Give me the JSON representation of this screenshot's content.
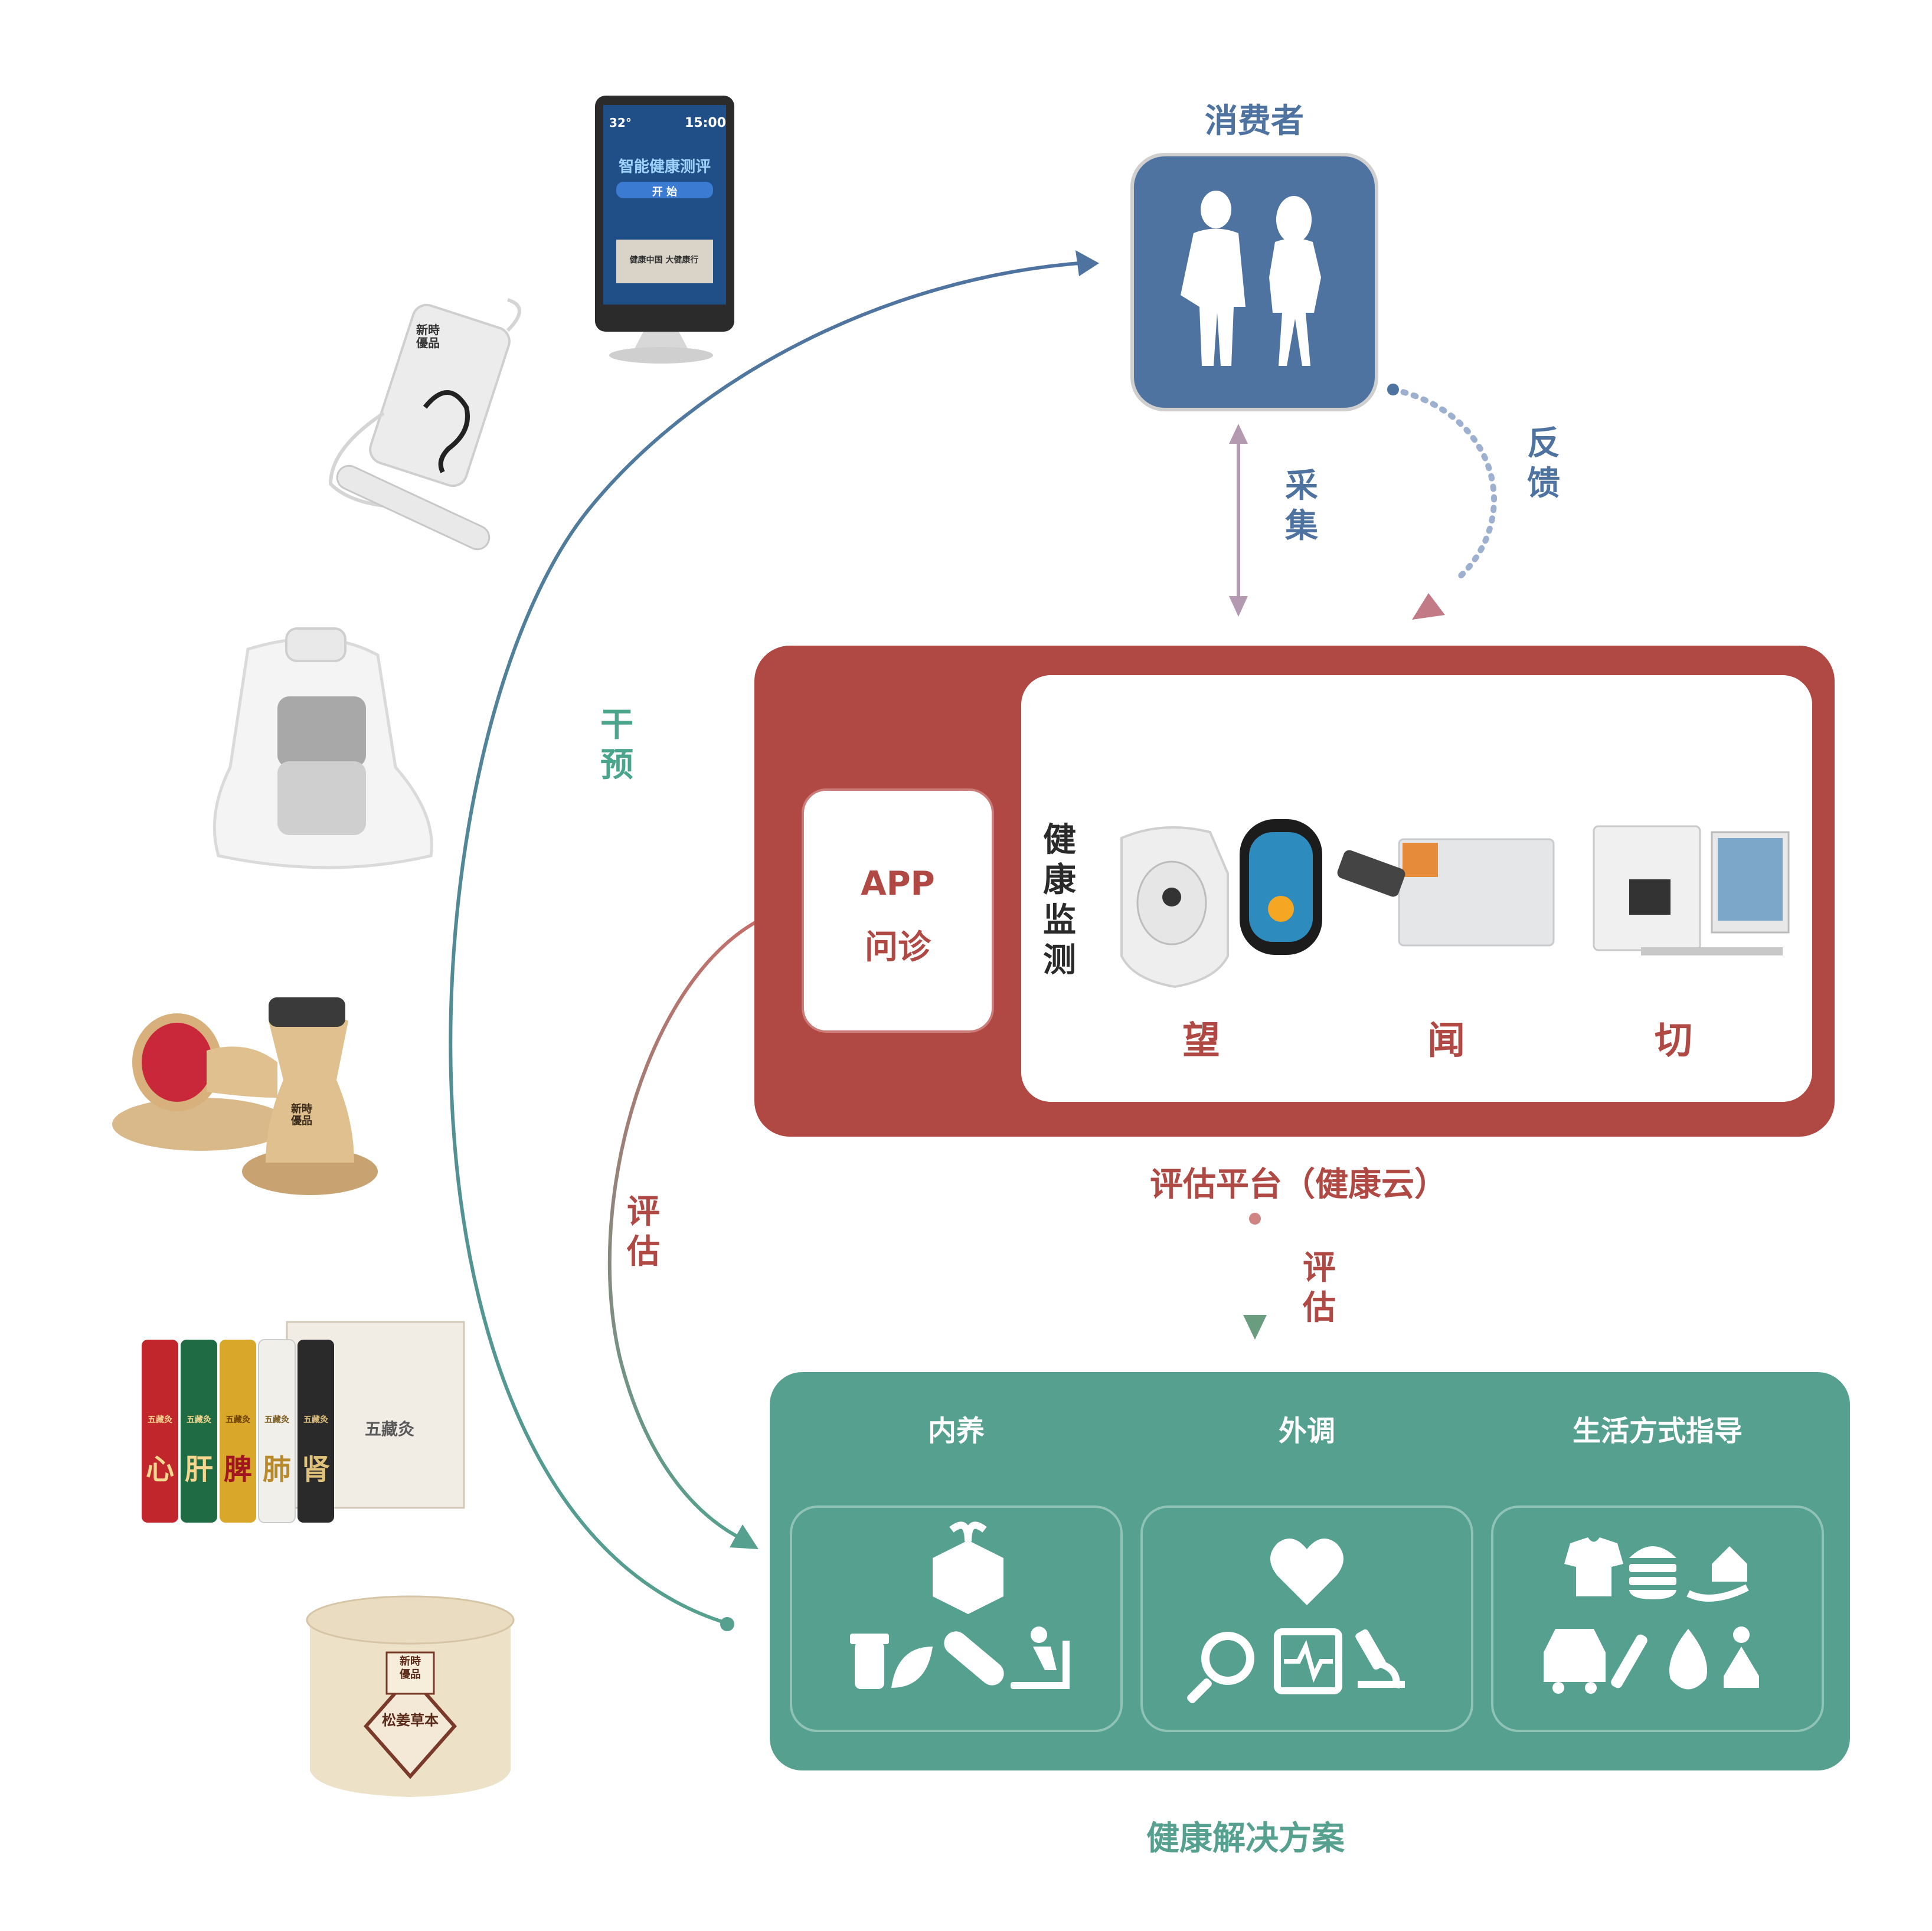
{
  "consumer": {
    "title": "消费者",
    "icon": "people-silhouette-icon"
  },
  "arrows": {
    "collect": "采\n集",
    "feedback": "反\n馈",
    "intervene": "干\n预",
    "assess_left": "评\n估",
    "assess_down": "评\n估"
  },
  "platform": {
    "caption": "评估平台（健康云）",
    "app_line1": "APP",
    "app_line2": "问诊",
    "monitor_label": "健\n康\n监\n测",
    "methods": [
      "望",
      "闻",
      "切"
    ]
  },
  "solutions": {
    "caption": "健康解决方案",
    "columns": [
      {
        "title": "内养",
        "icons": [
          "gift-box-icon",
          "pills-icon",
          "herb-leaf-icon",
          "bandage-icon",
          "treadmill-icon"
        ]
      },
      {
        "title": "外调",
        "icons": [
          "heart-icon",
          "magnifier-icon",
          "ecg-monitor-icon",
          "microscope-icon"
        ]
      },
      {
        "title": "生活方式指导",
        "icons": [
          "shirt-icon",
          "burger-icon",
          "home-hand-icon",
          "car-icon",
          "medical-tools-icon",
          "water-drop-icon",
          "meditation-icon"
        ]
      }
    ]
  },
  "products": {
    "kiosk_screen": {
      "temp": "32°",
      "time": "15:00",
      "headline": "智能健康测评",
      "start": "开 始",
      "slogan": "健康中国 大健康行"
    },
    "ear_device_brand": "新時\n優品",
    "cup_brand": "新時\n優品",
    "tubes": {
      "brand": "五藏灸",
      "labels": [
        "心",
        "肝",
        "脾",
        "肺",
        "肾"
      ],
      "box": "五藏灸"
    },
    "jar": {
      "brand": "新時\n優品",
      "label": "松姜草本"
    }
  },
  "colors": {
    "blue": "#4f73a0",
    "red": "#b04944",
    "green": "#55a08e",
    "mauve": "#b49ab0"
  }
}
